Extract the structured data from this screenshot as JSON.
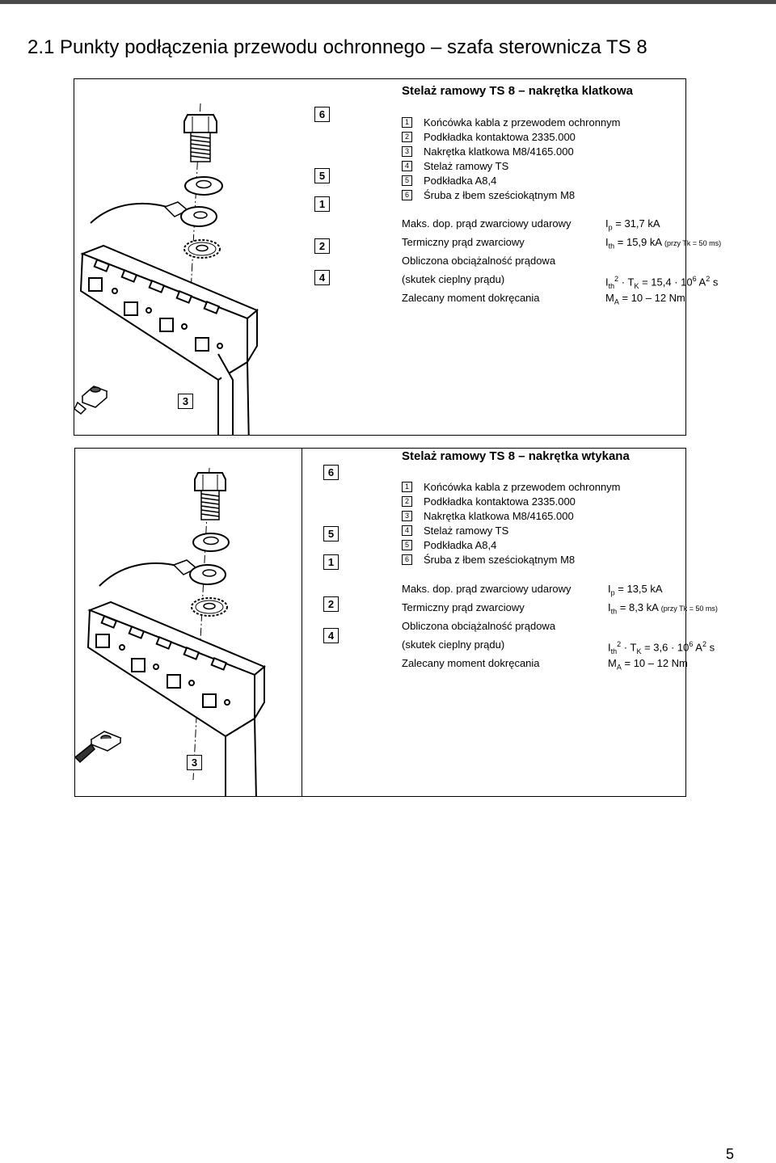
{
  "page_title": "2.1 Punkty podłączenia przewodu ochronnego – szafa sterownicza TS 8",
  "page_number": "5",
  "sections": [
    {
      "title": "Stelaż ramowy TS 8 – nakrętka klatkowa",
      "legend": [
        {
          "num": "1",
          "text": "Końcówka kabla z przewodem ochronnym"
        },
        {
          "num": "2",
          "text": "Podkładka kontaktowa 2335.000"
        },
        {
          "num": "3",
          "text": "Nakrętka klatkowa M8/4165.000"
        },
        {
          "num": "4",
          "text": "Stelaż ramowy TS"
        },
        {
          "num": "5",
          "text": "Podkładka A8,4"
        },
        {
          "num": "6",
          "text": "Śruba z łbem sześciokątnym M8"
        }
      ],
      "specs": {
        "peak_label": "Maks. dop. prąd zwarciowy udarowy",
        "peak_sym": "I",
        "peak_sub": "p",
        "peak_value": "= 31,7 kA",
        "thermal_label": "Termiczny prąd zwarciowy",
        "thermal_sym": "I",
        "thermal_sub": "th",
        "thermal_value": "= 15,9 kA",
        "thermal_note": "(przy Tk = 50 ms)",
        "load_label_1": "Obliczona obciążalność prądowa",
        "load_label_2": "(skutek cieplny prądu)",
        "load_sym": "I",
        "load_sub": "th",
        "load_sup": "2",
        "load_mid": "· T",
        "load_sub2": "K",
        "load_value": "= 15,4 · 10",
        "load_exp": "6",
        "load_unit": "A",
        "load_unit_sup": "2",
        "load_unit_end": "s",
        "torque_label": "Zalecany moment dokręcania",
        "torque_sym": "M",
        "torque_sub": "A",
        "torque_value": "= 10 – 12 Nm"
      },
      "callouts": [
        "6",
        "5",
        "1",
        "2",
        "4",
        "3"
      ]
    },
    {
      "title": "Stelaż ramowy TS 8 – nakrętka wtykana",
      "legend": [
        {
          "num": "1",
          "text": "Końcówka kabla z przewodem ochronnym"
        },
        {
          "num": "2",
          "text": "Podkładka kontaktowa 2335.000"
        },
        {
          "num": "3",
          "text": "Nakrętka klatkowa M8/4165.000"
        },
        {
          "num": "4",
          "text": "Stelaż ramowy TS"
        },
        {
          "num": "5",
          "text": "Podkładka A8,4"
        },
        {
          "num": "6",
          "text": "Śruba z łbem sześciokątnym M8"
        }
      ],
      "specs": {
        "peak_label": "Maks. dop. prąd zwarciowy udarowy",
        "peak_sym": "I",
        "peak_sub": "p",
        "peak_value": "= 13,5 kA",
        "thermal_label": "Termiczny prąd zwarciowy",
        "thermal_sym": "I",
        "thermal_sub": "th",
        "thermal_value": "= 8,3 kA",
        "thermal_note": "(przy Tk = 50 ms)",
        "load_label_1": "Obliczona obciążalność prądowa",
        "load_label_2": "(skutek cieplny prądu)",
        "load_sym": "I",
        "load_sub": "th",
        "load_sup": "2",
        "load_mid": "· T",
        "load_sub2": "K",
        "load_value": "= 3,6 · 10",
        "load_exp": "6",
        "load_unit": "A",
        "load_unit_sup": "2",
        "load_unit_end": "s",
        "torque_label": "Zalecany moment dokręcania",
        "torque_sym": "M",
        "torque_sub": "A",
        "torque_value": "= 10 – 12 Nm"
      },
      "callouts": [
        "6",
        "5",
        "1",
        "2",
        "4",
        "3"
      ]
    }
  ]
}
